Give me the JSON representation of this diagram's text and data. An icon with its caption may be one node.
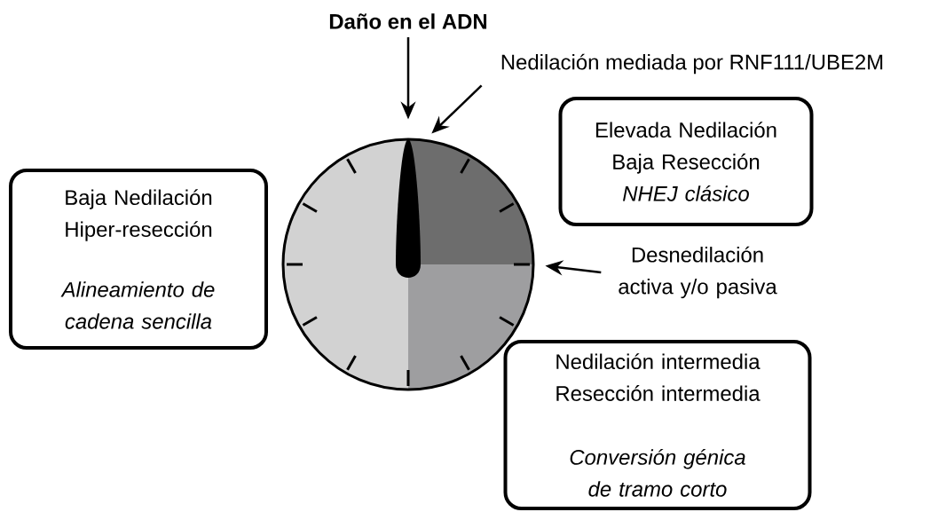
{
  "diagram": {
    "nodes": [
      {
        "text": [
          "Daño en el ADN"
        ]
      },
      {
        "text": [
          "Nedilación mediada por RNF111/UBE2M"
        ]
      },
      {
        "text": [
          "Elevada Nedilación",
          "Baja Resección",
          "NHEJ clásico"
        ]
      },
      {
        "text": [
          "Baja Nedilación",
          "Hiper-resección",
          "Alineamiento de cadena sencilla"
        ]
      },
      {
        "text": [],
        "shape": "circle"
      },
      {
        "text": [
          "Desnedilación activa y/o pasiva"
        ]
      },
      {
        "text": [
          "Nedilación intermedia",
          "Resección intermedia",
          "Conversión génica de tramo corto"
        ]
      }
    ],
    "edges": [
      {
        "from": 0,
        "to": 4,
        "arrow": "to"
      },
      {
        "from": 1,
        "to": 4,
        "arrow": "to"
      },
      {
        "from": 5,
        "to": 4,
        "arrow": "to"
      }
    ]
  }
}
